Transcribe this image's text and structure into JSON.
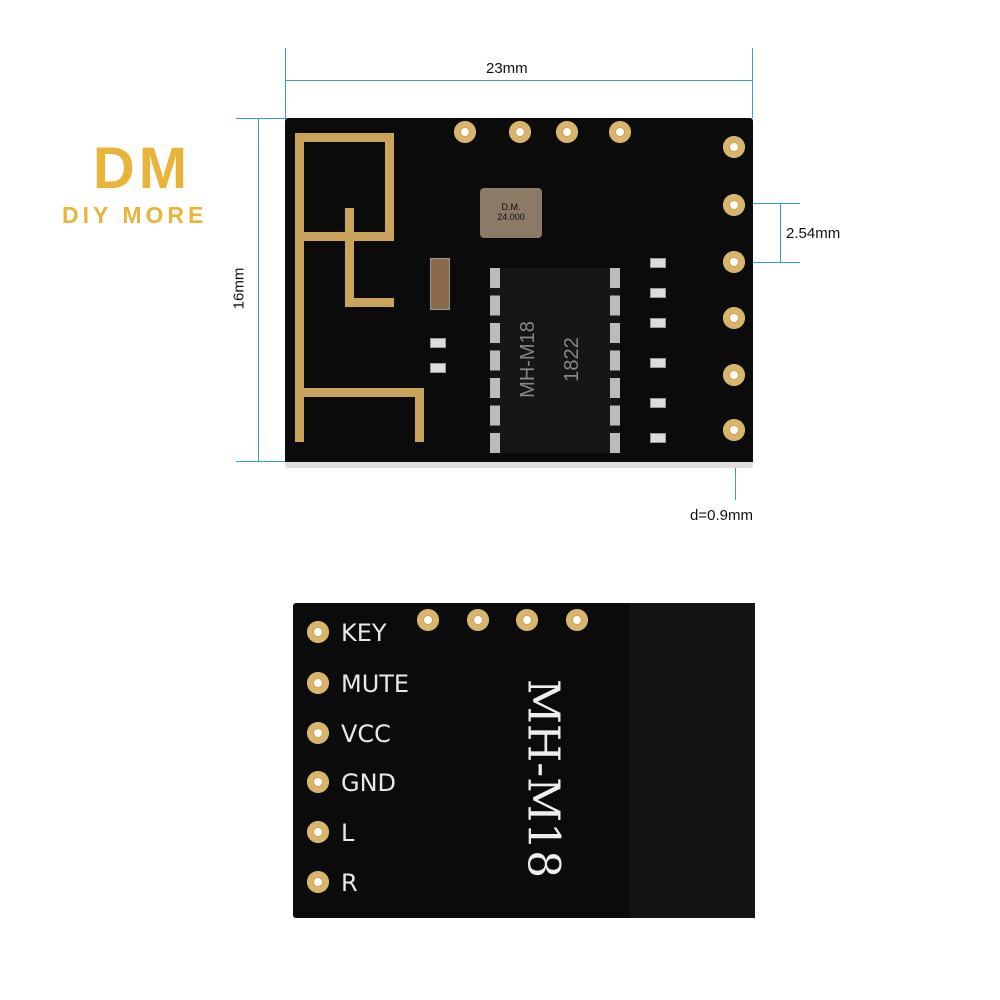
{
  "logo": {
    "mark": "DM",
    "name": "DIY MORE"
  },
  "dimensions": {
    "width": "23mm",
    "height": "16mm",
    "pitch": "2.54mm",
    "hole": "d=0.9mm"
  },
  "front": {
    "chip_model": "MH-M18",
    "chip_code": "1822",
    "crystal_brand": "D.M.",
    "crystal_freq": "24.000"
  },
  "back": {
    "title": "MH-M18",
    "pins": [
      "KEY",
      "MUTE",
      "VCC",
      "GND",
      "L",
      "R"
    ]
  }
}
